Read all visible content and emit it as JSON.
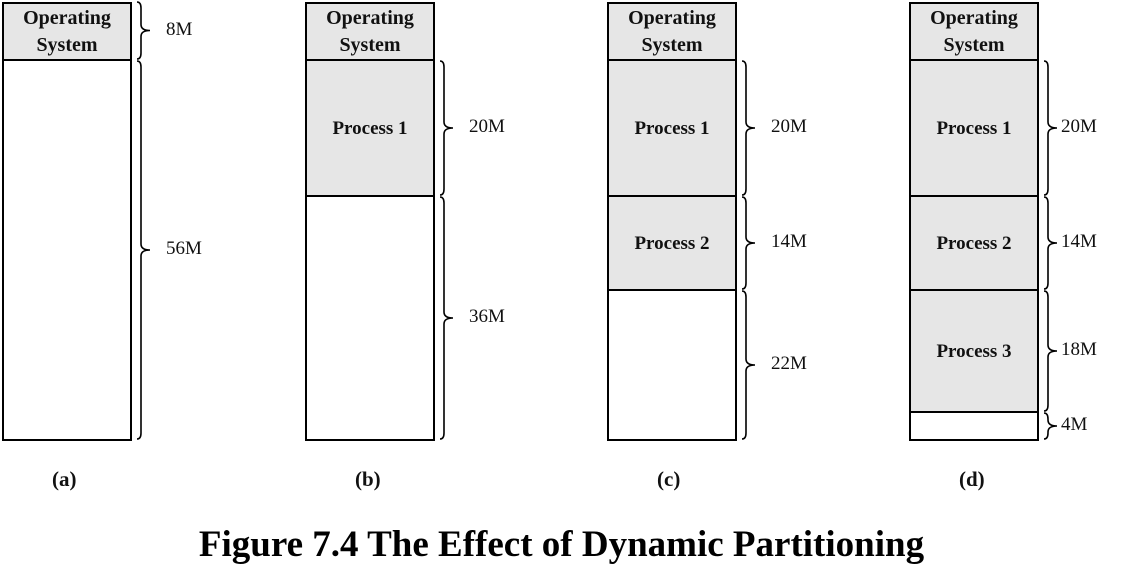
{
  "figure_title": "Figure 7.4  The Effect of Dynamic Partitioning",
  "panels": [
    {
      "label": "(a)",
      "segments": [
        {
          "text": "Operating\nSystem",
          "kind": "os",
          "size": "8M"
        },
        {
          "text": "",
          "kind": "free",
          "size": "56M"
        }
      ]
    },
    {
      "label": "(b)",
      "segments": [
        {
          "text": "Operating\nSystem",
          "kind": "os",
          "size": ""
        },
        {
          "text": "Process 1",
          "kind": "process",
          "size": "20M"
        },
        {
          "text": "",
          "kind": "free",
          "size": "36M"
        }
      ]
    },
    {
      "label": "(c)",
      "segments": [
        {
          "text": "Operating\nSystem",
          "kind": "os",
          "size": ""
        },
        {
          "text": "Process 1",
          "kind": "process",
          "size": "20M"
        },
        {
          "text": "Process 2",
          "kind": "process",
          "size": "14M"
        },
        {
          "text": "",
          "kind": "free",
          "size": "22M"
        }
      ]
    },
    {
      "label": "(d)",
      "segments": [
        {
          "text": "Operating\nSystem",
          "kind": "os",
          "size": ""
        },
        {
          "text": "Process 1",
          "kind": "process",
          "size": "20M"
        },
        {
          "text": "Process 2",
          "kind": "process",
          "size": "14M"
        },
        {
          "text": "Process 3",
          "kind": "process",
          "size": "18M"
        },
        {
          "text": "",
          "kind": "free",
          "size": "4M"
        }
      ]
    }
  ],
  "colors": {
    "allocated": "#e6e6e6",
    "free": "#ffffff",
    "line": "#000000"
  }
}
